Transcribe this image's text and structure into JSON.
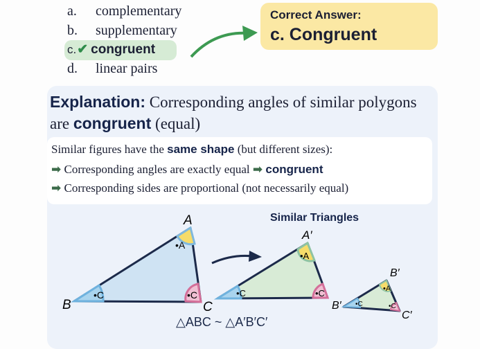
{
  "options": [
    {
      "letter": "a.",
      "text": "complementary"
    },
    {
      "letter": "b.",
      "text": "supplementary"
    },
    {
      "letter": "c.",
      "text": "congruent",
      "selected": true
    },
    {
      "letter": "d.",
      "text": "linear pairs"
    }
  ],
  "check_icon": "✔",
  "answer": {
    "label": "Correct Answer:",
    "value": "c. Congruent"
  },
  "explanation": {
    "label": "Explanation:",
    "text1": "Corresponding angles of similar polygons are ",
    "bold": "congruent",
    "text2": " (equal)",
    "intro1": "Similar figures have the ",
    "intro_bold": "same shape",
    "intro2": " (but different sizes):",
    "point1": "Corresponding angles are exactly equal",
    "point1_result": "congruent",
    "point2": "Corresponding sides are proportional (not necessarily equal)",
    "arrow": "➡"
  },
  "diagram": {
    "heading": "Similar Triangles",
    "big": {
      "A": "A",
      "B": "B",
      "C": "C"
    },
    "mid": {
      "A": "A′"
    },
    "small": {
      "top": "B′",
      "left": "B′",
      "right": "C′"
    },
    "angle_A": "•A",
    "angle_C": "•C",
    "relation": "△ABC ~ △A′B′C′",
    "colors": {
      "big_fill": "#cfe3f3",
      "similar_fill": "#d8ebd6",
      "angle_a": "#f6dc6a",
      "angle_b": "#a9d4ee",
      "angle_c": "#f0bfd3",
      "stroke": "#1c2a4a"
    }
  }
}
